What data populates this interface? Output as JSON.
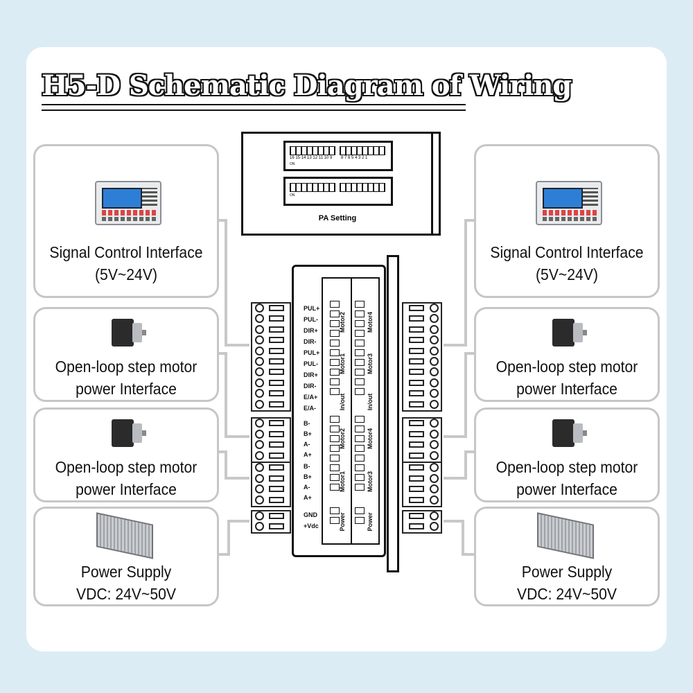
{
  "title": "H5-D Schematic Diagram of Wiring",
  "pa_setting": {
    "label": "PA Setting",
    "switch_row1_left": "16 15 14 13 12 11 10 9",
    "switch_row1_right": "8 7 6 5 4 3 2 1",
    "switch_on": "ON"
  },
  "panels": {
    "signal": {
      "line1": "Signal Control Interface",
      "line2": "(5V~24V)"
    },
    "motor": {
      "line1": "Open-loop step motor",
      "line2": "power Interface"
    },
    "power": {
      "line1": "Power Supply",
      "line2": "VDC:  24V~50V"
    }
  },
  "pins": {
    "signal": [
      "PUL+",
      "PUL-",
      "DIR+",
      "DIR-",
      "PUL+",
      "PUL-",
      "DIR+",
      "DIR-",
      "E/A+",
      "E/A-"
    ],
    "motor_a": [
      "B-",
      "B+",
      "A-",
      "A+"
    ],
    "motor_b": [
      "B-",
      "B+",
      "A-",
      "A+"
    ],
    "power": [
      "GND",
      "+Vdc"
    ]
  },
  "board_labels": {
    "left": [
      "Motor2",
      "Motor1",
      "In/out",
      "Motor2",
      "Motor1",
      "Power"
    ],
    "right": [
      "Motor4",
      "Motor3",
      "In/out",
      "Motor4",
      "Motor3",
      "Power"
    ]
  },
  "icons": [
    "controller-icon",
    "stepper-motor-icon",
    "power-supply-icon"
  ],
  "colors": {
    "background": "#dcecf5",
    "panel_border": "#c6c6c6",
    "wire": "#c8c8c8",
    "controller_screen": "#2d7fd6"
  }
}
